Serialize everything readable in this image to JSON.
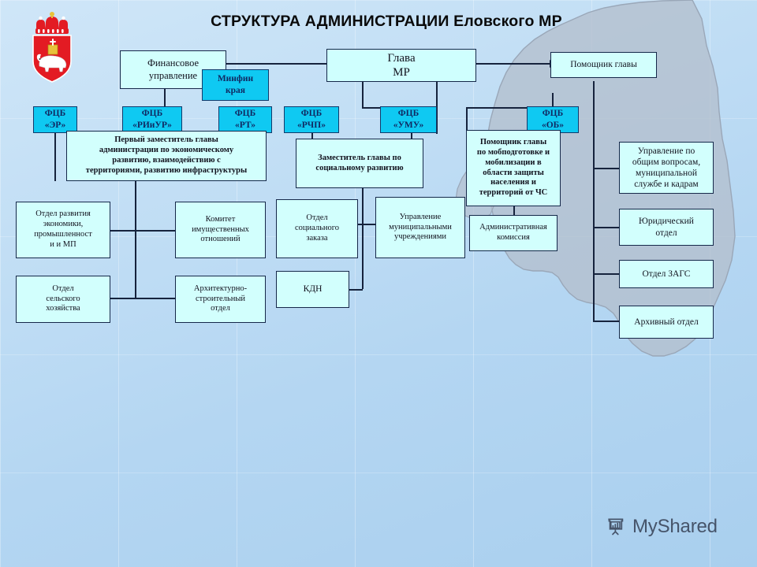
{
  "title": "СТРУКТУРА АДМИНИСТРАЦИИ Еловского  МР",
  "colors": {
    "box_fill": "#d2fffd",
    "fcb_fill": "#0fc9f2",
    "border": "#16284a",
    "fcb_text": "#102a63",
    "background_top": "#cfe6f8",
    "background_bottom": "#a9cfee",
    "map_fill": "#b3becd",
    "arms_red": "#e01b24",
    "watermark_text": "#46546a"
  },
  "emblem": {
    "name": "perm-krai-coat-of-arms",
    "alt": "Герб Пермского края"
  },
  "watermark": {
    "label": "MyShared",
    "icon": "presentation-chart-icon"
  },
  "nodes": {
    "head": {
      "line1": "Глава",
      "line2": "МР"
    },
    "finance_dept": {
      "line1": "Финансовое",
      "line2": "управление"
    },
    "minfin": {
      "line1": "Минфин",
      "line2": "края"
    },
    "assistant_head": {
      "line1": "Помощник главы"
    },
    "fcb_er": {
      "line1": "ФЦБ",
      "line2": "«ЭР»"
    },
    "fcb_riur": {
      "line1": "ФЦБ",
      "line2": "«РИиУР»"
    },
    "fcb_rt": {
      "line1": "ФЦБ",
      "line2": "«РТ»"
    },
    "fcb_rchp": {
      "line1": "ФЦБ",
      "line2": "«РЧП»"
    },
    "fcb_umu": {
      "line1": "ФЦБ",
      "line2": "«УМУ»"
    },
    "fcb_ob": {
      "line1": "ФЦБ",
      "line2": "«ОБ»"
    },
    "first_deputy": {
      "line1": "Первый заместитель главы",
      "line2": "администрации по экономическому",
      "line3": "развитию, взаимодействию с",
      "line4": "территориями, развитию инфраструктуры"
    },
    "deputy_social": {
      "line1": "Заместитель главы по",
      "line2": "социальному развитию"
    },
    "assistant_mob": {
      "line1": "Помощник главы",
      "line2": "по мобподготовке и",
      "line3": "мобилизации в",
      "line4": "области защиты",
      "line5": "населения и",
      "line6": "территорий от ЧС"
    },
    "econ_dev": {
      "line1": "Отдел развития",
      "line2": "экономики,",
      "line3": "промышленност",
      "line4": "и и МП"
    },
    "agriculture": {
      "line1": "Отдел",
      "line2": "сельского",
      "line3": "хозяйства"
    },
    "property_committee": {
      "line1": "Комитет",
      "line2": "имущественных",
      "line3": "отношений"
    },
    "architecture": {
      "line1": "Архитектурно-",
      "line2": "строительный",
      "line3": "отдел"
    },
    "social_order": {
      "line1": "Отдел",
      "line2": "социального",
      "line3": "заказа"
    },
    "kdn": {
      "line1": "КДН"
    },
    "municipal_inst": {
      "line1": "Управление",
      "line2": "муниципальными",
      "line3": "учреждениями"
    },
    "admin_commission": {
      "line1": "Административная",
      "line2": "комиссия"
    },
    "general_affairs": {
      "line1": "Управление по",
      "line2": "общим вопросам,",
      "line3": "муниципальной",
      "line4": "службе и кадрам"
    },
    "legal_dept": {
      "line1": "Юридический",
      "line2": "отдел"
    },
    "zags": {
      "line1": "Отдел ЗАГС"
    },
    "archive": {
      "line1": "Архивный отдел"
    }
  }
}
